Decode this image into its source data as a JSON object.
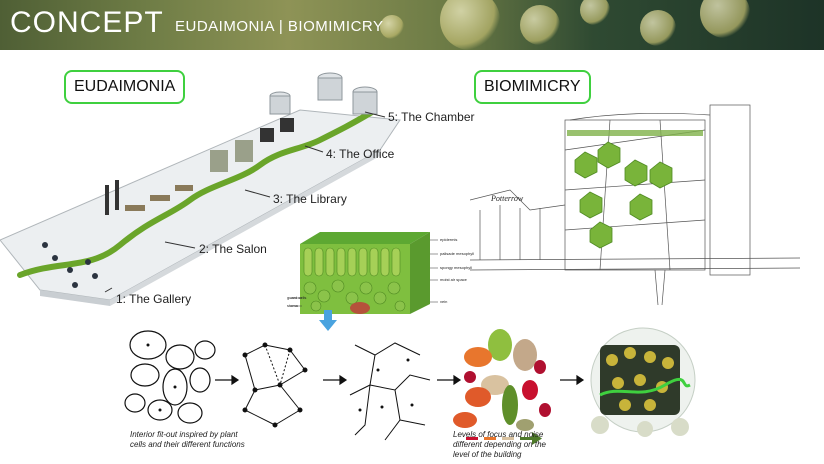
{
  "header": {
    "title": "CONCEPT",
    "subtitle": "EUDAIMONIA | BIOMIMICRY"
  },
  "tags": {
    "left": "EUDAIMONIA",
    "right": "BIOMIMICRY"
  },
  "zones": [
    "1: The Gallery",
    "2: The Salon",
    "3: The Library",
    "4: The Office",
    "5: The Chamber"
  ],
  "leaf_labels": [
    "epidermis",
    "palisade mesophyll",
    "spongy mesophyll",
    "moist air space",
    "guard cells",
    "stoma",
    "vein"
  ],
  "sketch_text": "Potterrow",
  "captions": {
    "left": "Interior fit-out inspired by plant cells and their different functions",
    "right": "Levels of focus and noise different depending on the level of the building"
  },
  "colors": {
    "accent_green": "#3fd03f",
    "path_green": "#6aa52a",
    "legend": [
      "#c8102e",
      "#e8762d",
      "#d9c2a0",
      "#4e7a2a"
    ]
  }
}
